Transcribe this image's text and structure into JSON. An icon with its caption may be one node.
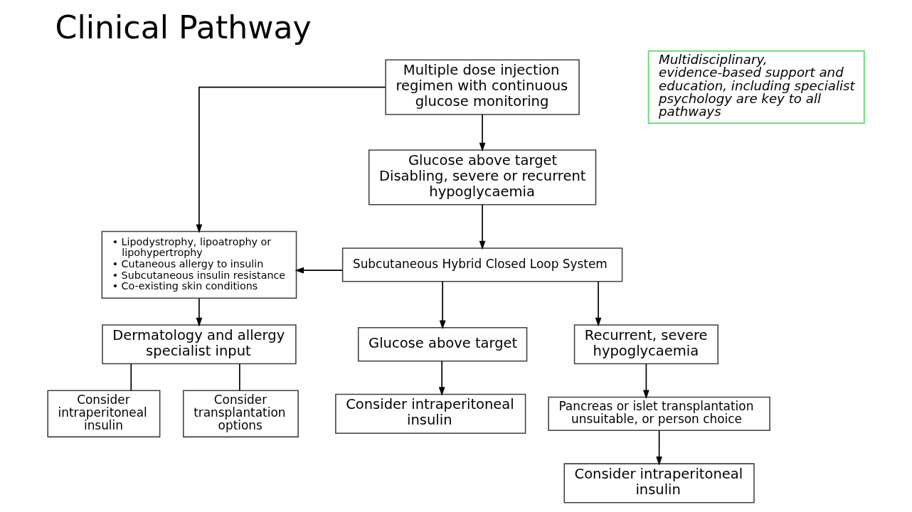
{
  "diagram": {
    "title": "Clinical Pathway",
    "nodes": [
      {
        "text": [
          "Multiple dose injection regimen with continuous glucose monitoring"
        ]
      },
      {
        "text": [
          "Multidisciplinary, evidence-based support and education, including specialist psychology are key to all pathways"
        ]
      },
      {
        "text": [
          "Glucose above target",
          "Disabling, severe or recurrent hypoglycaemia"
        ]
      },
      {
        "text": [
          "• Lipodystrophy, lipoatrophy or lipohypertrophy",
          "• Cutaneous allergy to insulin",
          "• Subcutaneous insulin resistance",
          "• Co-existing skin conditions"
        ]
      },
      {
        "text": [
          "Subcutaneous Hybrid Closed Loop System"
        ]
      },
      {
        "text": [
          "Recurrent, severe hypoglycaemia"
        ]
      },
      {
        "text": [
          "Glucose above target"
        ]
      },
      {
        "text": [
          "Dermatology and allergy specialist input"
        ]
      },
      {
        "text": [
          "Pancreas or islet transplantation unsuitable, or person choice"
        ]
      },
      {
        "text": [
          "Consider intraperitoneal insulin"
        ]
      },
      {
        "text": [
          "Consider transplantation options"
        ]
      },
      {
        "text": [
          "Consider intraperitoneal insulin"
        ]
      },
      {
        "text": [
          "Consider intraperitoneal insulin"
        ]
      }
    ],
    "edges": [
      {
        "from": 0,
        "to": 3,
        "arrow": "to"
      },
      {
        "from": 0,
        "to": 2,
        "arrow": "to"
      },
      {
        "from": 2,
        "to": 4,
        "arrow": "to"
      },
      {
        "from": 4,
        "to": 3,
        "arrow": "to"
      },
      {
        "from": 4,
        "to": 5,
        "arrow": "to"
      },
      {
        "from": 4,
        "to": 6,
        "arrow": "to"
      },
      {
        "from": 3,
        "to": 7,
        "arrow": "to"
      },
      {
        "from": 7,
        "to": 9,
        "arrow": "none"
      },
      {
        "from": 7,
        "to": 10,
        "arrow": "none"
      },
      {
        "from": 5,
        "to": 8,
        "arrow": "to"
      },
      {
        "from": 8,
        "to": 11,
        "arrow": "to"
      },
      {
        "from": 6,
        "to": 12,
        "arrow": "to"
      }
    ]
  }
}
